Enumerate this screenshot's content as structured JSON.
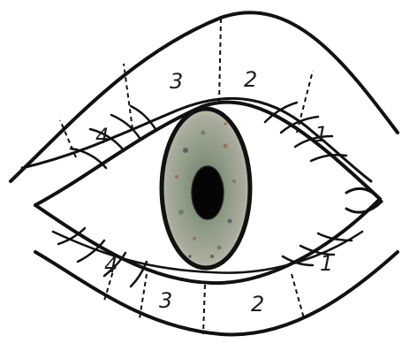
{
  "diagram": {
    "upper_zone_labels": [
      "4",
      "3",
      "2",
      "1"
    ],
    "lower_zone_labels": [
      "4",
      "3",
      "2",
      "1"
    ],
    "colors": {
      "ink": "#111111",
      "iris_base": "#b7b8ad",
      "iris_speckle_dark": "#3c4a5a",
      "iris_speckle_green": "#5d7454",
      "iris_speckle_red": "#9c5a4a",
      "pupil": "#050505",
      "background": "#ffffff"
    }
  }
}
